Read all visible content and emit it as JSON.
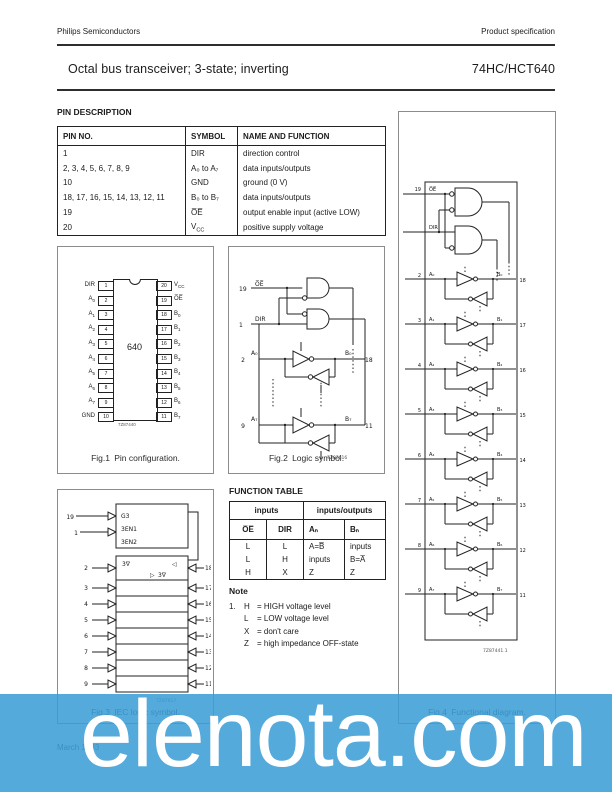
{
  "header": {
    "left": "Philips Semiconductors",
    "right": "Product specification",
    "title": "Octal bus transceiver; 3-state; inverting",
    "part": "74HC/HCT640"
  },
  "pin_description": {
    "heading": "PIN DESCRIPTION",
    "columns": [
      "PIN NO.",
      "SYMBOL",
      "NAME AND FUNCTION"
    ],
    "rows": [
      {
        "pin": "1",
        "sym": "DIR",
        "sub": "",
        "func": "direction control"
      },
      {
        "pin": "2, 3, 4, 5, 6, 7, 8, 9",
        "sym": "A₀ to A₇",
        "sub": "",
        "func": "data inputs/outputs"
      },
      {
        "pin": "10",
        "sym": "GND",
        "sub": "",
        "func": "ground (0 V)"
      },
      {
        "pin": "18, 17, 16, 15, 14, 13, 12, 11",
        "sym": "B₀ to B₇",
        "sub": "",
        "func": "data inputs/outputs"
      },
      {
        "pin": "19",
        "sym": "O̅E̅",
        "sub": "",
        "func": "output enable input (active LOW)"
      },
      {
        "pin": "20",
        "sym": "V",
        "sub": "CC",
        "func": "positive supply voltage"
      }
    ]
  },
  "fig1": {
    "caption": "Fig.1 Pin configuration.",
    "chip": "640",
    "code": "7Z87440",
    "left": [
      {
        "no": "1",
        "t": "DIR",
        "s": ""
      },
      {
        "no": "2",
        "t": "A",
        "s": "0"
      },
      {
        "no": "3",
        "t": "A",
        "s": "1"
      },
      {
        "no": "4",
        "t": "A",
        "s": "2"
      },
      {
        "no": "5",
        "t": "A",
        "s": "3"
      },
      {
        "no": "6",
        "t": "A",
        "s": "4"
      },
      {
        "no": "7",
        "t": "A",
        "s": "5"
      },
      {
        "no": "8",
        "t": "A",
        "s": "6"
      },
      {
        "no": "9",
        "t": "A",
        "s": "7"
      },
      {
        "no": "10",
        "t": "GND",
        "s": ""
      }
    ],
    "right": [
      {
        "no": "20",
        "t": "V",
        "s": "CC"
      },
      {
        "no": "19",
        "t": "O̅E̅",
        "s": ""
      },
      {
        "no": "18",
        "t": "B",
        "s": "0"
      },
      {
        "no": "17",
        "t": "B",
        "s": "1"
      },
      {
        "no": "16",
        "t": "B",
        "s": "2"
      },
      {
        "no": "15",
        "t": "B",
        "s": "3"
      },
      {
        "no": "14",
        "t": "B",
        "s": "4"
      },
      {
        "no": "13",
        "t": "B",
        "s": "5"
      },
      {
        "no": "12",
        "t": "B",
        "s": "6"
      },
      {
        "no": "11",
        "t": "B",
        "s": "7"
      }
    ]
  },
  "fig2": {
    "caption": "Fig.2 Logic symbol.",
    "code": "7Z87616",
    "oe_no": "19",
    "oe": "O̅E̅",
    "dir_no": "1",
    "dir": "DIR",
    "rows": [
      {
        "no": "2",
        "a": "A₀",
        "b": "B₀",
        "bno": "18"
      },
      {
        "no": "9",
        "a": "A₇",
        "b": "B₇",
        "bno": "11"
      }
    ]
  },
  "fig3": {
    "caption": "Fig.3 IEC logic symbol.",
    "code": "7Z87617",
    "pin19": "19",
    "pin1": "1",
    "ctrl": [
      "G3",
      "3EN1",
      "3EN2"
    ],
    "sym": [
      "3∇",
      "◁",
      "▷",
      "3∇"
    ],
    "left": [
      "2",
      "3",
      "4",
      "5",
      "6",
      "7",
      "8",
      "9"
    ],
    "right": [
      "18",
      "17",
      "16",
      "15",
      "14",
      "13",
      "12",
      "11"
    ]
  },
  "fig4": {
    "caption": "Fig.4 Functional diagram.",
    "code": "7Z87441.1",
    "oe_no": "19",
    "oe": "O̅E̅",
    "dir": "DIR",
    "cells": [
      {
        "no": "2",
        "a": "A₀",
        "b": "B₀",
        "bno": "18"
      },
      {
        "no": "3",
        "a": "A₁",
        "b": "B₁",
        "bno": "17"
      },
      {
        "no": "4",
        "a": "A₂",
        "b": "B₂",
        "bno": "16"
      },
      {
        "no": "5",
        "a": "A₃",
        "b": "B₃",
        "bno": "15"
      },
      {
        "no": "6",
        "a": "A₄",
        "b": "B₄",
        "bno": "14"
      },
      {
        "no": "7",
        "a": "A₅",
        "b": "B₅",
        "bno": "13"
      },
      {
        "no": "8",
        "a": "A₆",
        "b": "B₆",
        "bno": "12"
      },
      {
        "no": "9",
        "a": "A₇",
        "b": "B₇",
        "bno": "11"
      }
    ]
  },
  "function_table": {
    "heading": "FUNCTION TABLE",
    "group1": "inputs",
    "group2": "inputs/outputs",
    "cols": [
      "O̅E̅",
      "DIR",
      "Aₙ",
      "Bₙ"
    ],
    "rows": [
      [
        "L",
        "L",
        "A=B̅",
        "inputs"
      ],
      [
        "L",
        "H",
        "inputs",
        "B=A̅"
      ],
      [
        "H",
        "X",
        "Z",
        "Z"
      ]
    ]
  },
  "note": {
    "heading": "Note",
    "items": [
      {
        "n": "1.",
        "k": "H",
        "v": "= HIGH voltage level"
      },
      {
        "n": "",
        "k": "L",
        "v": "= LOW voltage level"
      },
      {
        "n": "",
        "k": "X",
        "v": "= don't care"
      },
      {
        "n": "",
        "k": "Z",
        "v": "= high impedance OFF-state"
      }
    ]
  },
  "footer": {
    "date": "March 1993",
    "page": "3"
  },
  "watermark": {
    "text": "elenota.com",
    "band_color": "rgba(60,157,215,0.87)"
  }
}
